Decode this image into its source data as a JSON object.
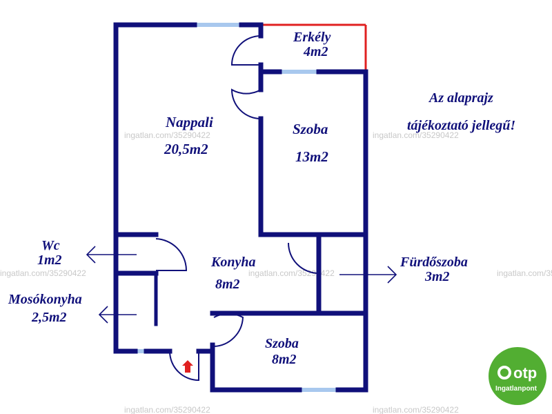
{
  "rooms": {
    "erkely": {
      "name": "Erkély",
      "area": "4m2"
    },
    "nappali": {
      "name": "Nappali",
      "area": "20,5m2"
    },
    "szoba1": {
      "name": "Szoba",
      "area": "13m2"
    },
    "konyha": {
      "name": "Konyha",
      "area": "8m2"
    },
    "szoba2": {
      "name": "Szoba",
      "area": "8m2"
    }
  },
  "callouts": {
    "wc": {
      "name": "Wc",
      "area": "1m2"
    },
    "mosokonyha": {
      "name": "Mosókonyha",
      "area": "2,5m2"
    },
    "furdoszoba": {
      "name": "Fürdőszoba",
      "area": "3m2"
    }
  },
  "note": {
    "line1": "Az alaprajz",
    "line2": "tájékoztató jellegű!"
  },
  "watermark": "ingatlan.com/35290422",
  "logo": {
    "brand": "otp",
    "sub": "Ingatlanpont"
  },
  "colors": {
    "wall": "#10107a",
    "balcony_edge": "#e02020",
    "window": "#a8c8ee",
    "logo": "#52ae32",
    "entrance_arrow": "#e02020"
  }
}
